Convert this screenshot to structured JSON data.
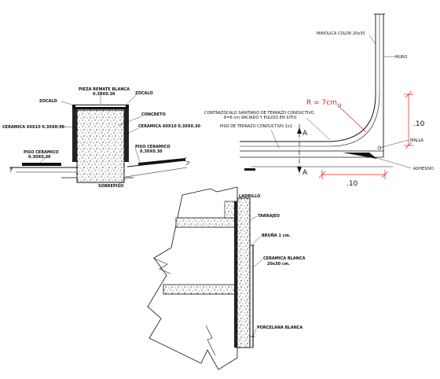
{
  "colors": {
    "line": "#111111",
    "dimension": "#e02020",
    "paper": "#ffffff"
  },
  "detail_a": {
    "label_pieza_remate": "PIEZA REMATE BLANCA",
    "label_pieza_remate_size": "0.30X0.30",
    "label_zocalo_left": "ZOCALO",
    "label_zocalo_right": "ZOCALO",
    "label_ceramica_left": "CERAMICA 60X10 0.30X0.30",
    "label_concreto": "CONCRETO",
    "label_ceramica_right": "CERAMICA 60X10 0.30X0.30",
    "label_piso_ceramico_left": "PISO CERAMICO",
    "label_piso_ceramico_left_size": "0.30X0.30",
    "label_piso_ceramico_right": "PISO CERAMICO",
    "label_piso_ceramico_right_size": "0.30X0.30",
    "label_sobrepiso": "SOBREPISO"
  },
  "detail_b": {
    "label_mayolica": "MAYOLICA COLOR 20x30",
    "label_muro": "MURO",
    "label_radius": "R = 7cm",
    "label_contrazocalo_1": "CONTRAZOCALO SANITARIO DE TERRAZO CONDUCTIVO",
    "label_contrazocalo_2": "R=6 cm VACIADO Y PULIDO EN SITIO",
    "label_piso_terrazo": "PISO DE TERRAZO CONDUCTIVO 1x1",
    "label_malla": "MALLA",
    "label_adhesivo": "ADHESIVO",
    "section_mark_top": "A",
    "section_mark_bottom": "A",
    "dim_vertical": ".10",
    "dim_horizontal": ".10"
  },
  "detail_c": {
    "label_ladrillo": "LADRILLO",
    "label_tarrajeo": "TARRAJEO",
    "label_bruna": "BRUÑA 1 cm.",
    "label_ceramica_blanca": "CERAMICA BLANCA",
    "label_ceramica_blanca_size": "20x30 cm.",
    "label_porcelana": "PORCELANA BLANCA"
  }
}
